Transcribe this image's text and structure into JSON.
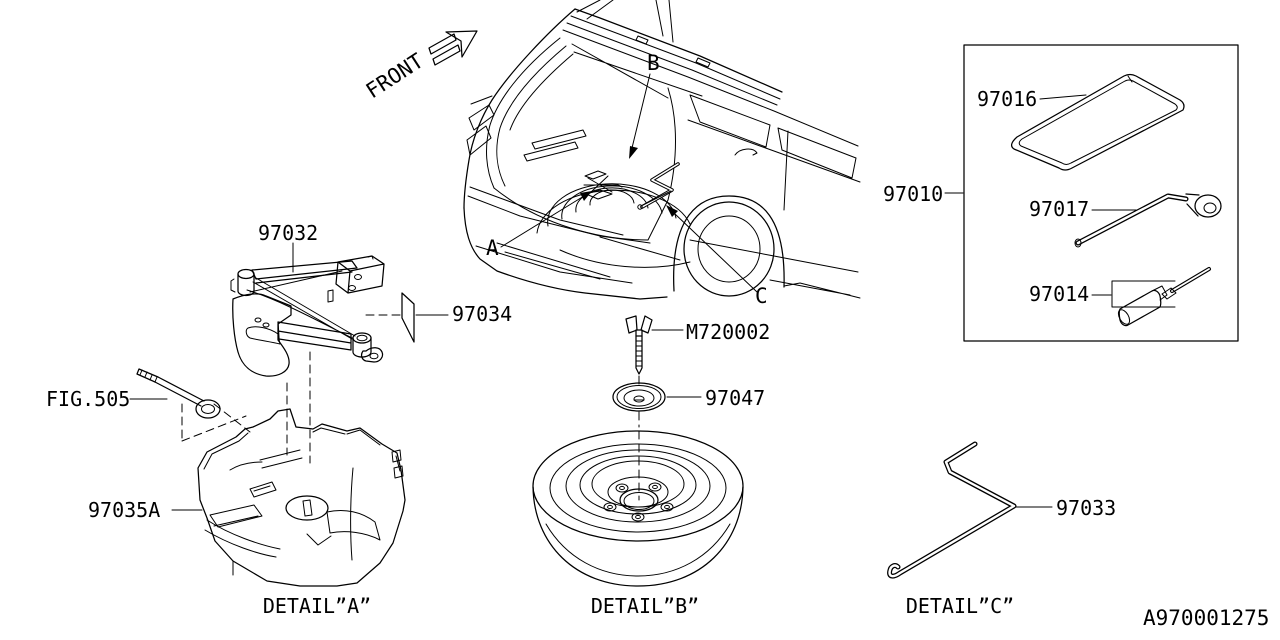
{
  "colors": {
    "ink": "#000000",
    "paper": "#ffffff"
  },
  "front_indicator": {
    "label": "FRONT"
  },
  "doc_number": "A970001275",
  "car_refs": [
    {
      "id": "a",
      "label": "A"
    },
    {
      "id": "b",
      "label": "B"
    },
    {
      "id": "c",
      "label": "C"
    }
  ],
  "parts": {
    "jack": {
      "number": "97032"
    },
    "jack_cover": {
      "number": "97034"
    },
    "fig_ref": {
      "number": "FIG.505"
    },
    "tray": {
      "number": "97035A"
    },
    "wing_bolt": {
      "number": "M720002"
    },
    "spacer": {
      "number": "97047"
    },
    "tool_set": {
      "number": "97010"
    },
    "tool_bag": {
      "number": "97016"
    },
    "wheel_wrench": {
      "number": "97017"
    },
    "screwdriver": {
      "number": "97014"
    },
    "hook": {
      "number": "97033"
    }
  },
  "details": {
    "a": "DETAIL”A”",
    "b": "DETAIL”B”",
    "c": "DETAIL”C”"
  }
}
